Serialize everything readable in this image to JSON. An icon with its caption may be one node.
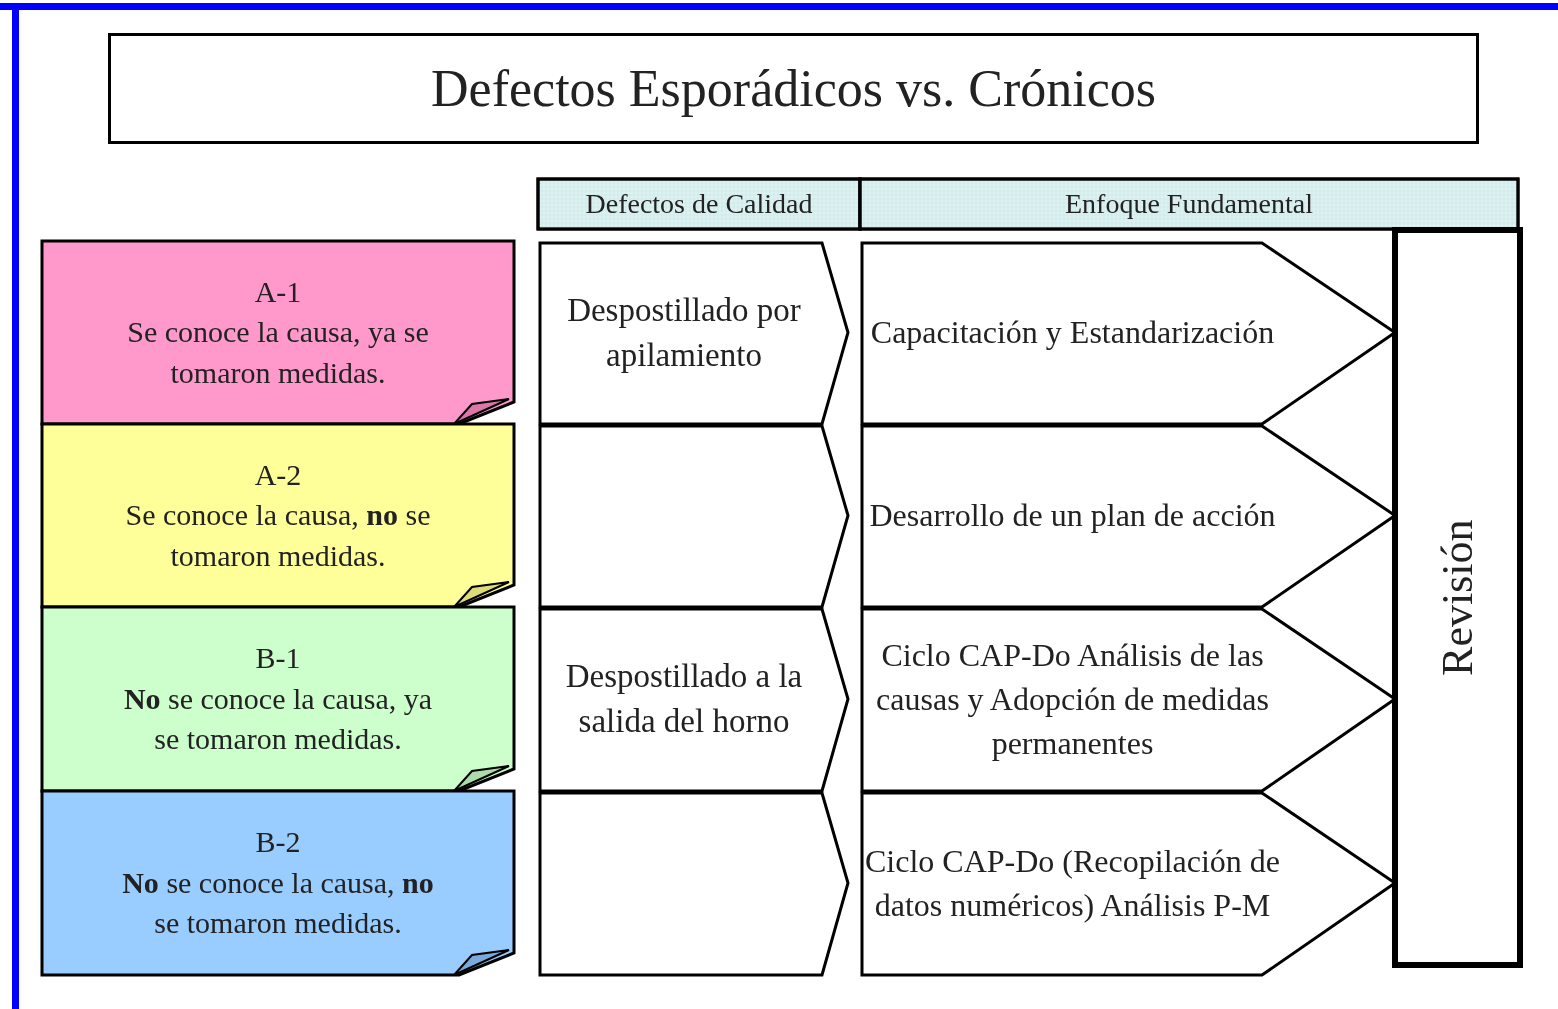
{
  "diagram": {
    "title": "Defectos Esporádicos vs. Crónicos",
    "nodes": [
      {
        "text": [
          "Defectos de Calidad"
        ]
      },
      {
        "text": [
          "Enfoque Fundamental"
        ]
      },
      {
        "text": [
          "A-1",
          "Se conoce la causa, ya se tomaron medidas."
        ]
      },
      {
        "text": [
          "A-2",
          "Se conoce la causa, **no** se tomaron medidas."
        ]
      },
      {
        "text": [
          "B-1",
          "**No** se conoce la causa, ya se tomaron medidas."
        ]
      },
      {
        "text": [
          "B-2",
          "**No** se conoce la causa, **no** se tomaron medidas."
        ]
      },
      {
        "text": [
          "Despostillado por apilamiento"
        ]
      },
      {
        "text": [],
        "shape": "chevron"
      },
      {
        "text": [
          "Despostillado a la salida del horno"
        ]
      },
      {
        "text": [],
        "shape": "chevron"
      },
      {
        "text": [
          "Capacitación y Estandarización"
        ]
      },
      {
        "text": [
          "Desarrollo de un plan de acción"
        ]
      },
      {
        "text": [
          "Ciclo CAP-Do Análisis de las causas y Adopción de medidas permanentes"
        ]
      },
      {
        "text": [
          "Ciclo CAP-Do (Recopilación de datos numéricos) Análisis P-M"
        ]
      },
      {
        "text": [
          "Revisión"
        ]
      }
    ]
  }
}
